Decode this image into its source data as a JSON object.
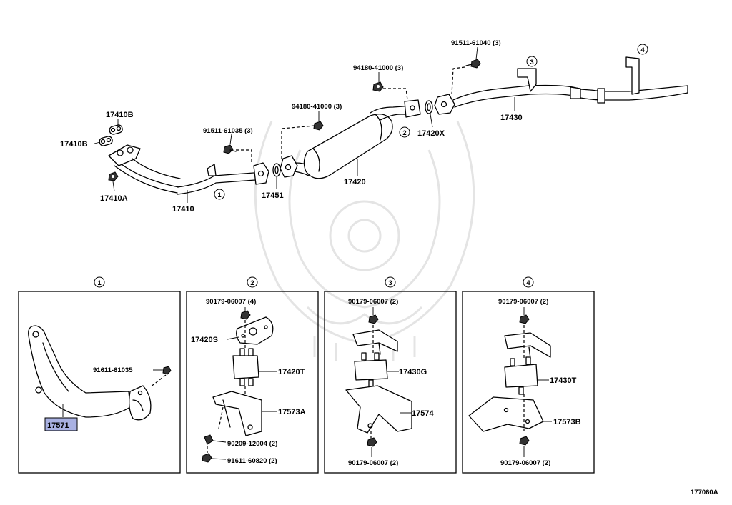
{
  "labels": {
    "p17410B_top": "17410B",
    "p17410B_left": "17410B",
    "p17410A": "17410A",
    "p17410": "17410",
    "p91511_61035": "91511-61035 (3)",
    "p17451": "17451",
    "p94180_a": "94180-41000 (3)",
    "p94180_b": "94180-41000 (3)",
    "p17420": "17420",
    "p17420X": "17420X",
    "p91511_61040": "91511-61040 (3)",
    "p17430": "17430",
    "b1_91611": "91611-61035",
    "b1_17571": "17571",
    "b2_90179": "90179-06007 (4)",
    "b2_17420S": "17420S",
    "b2_17420T": "17420T",
    "b2_17573A": "17573A",
    "b2_90209": "90209-12004 (2)",
    "b2_91611": "91611-60820 (2)",
    "b3_90179_top": "90179-06007 (2)",
    "b3_17430G": "17430G",
    "b3_17574": "17574",
    "b3_90179_bot": "90179-06007 (2)",
    "b4_90179_top": "90179-06007 (2)",
    "b4_17430T": "17430T",
    "b4_17573B": "17573B",
    "b4_90179_bot": "90179-06007 (2)",
    "diagram_code": "177060A"
  },
  "callouts": {
    "c1": "1",
    "c2": "2",
    "c3": "3",
    "c4": "4",
    "h1": "1",
    "h2": "2",
    "h3": "3",
    "h4": "4"
  },
  "highlight_color": "#a9b1e2"
}
